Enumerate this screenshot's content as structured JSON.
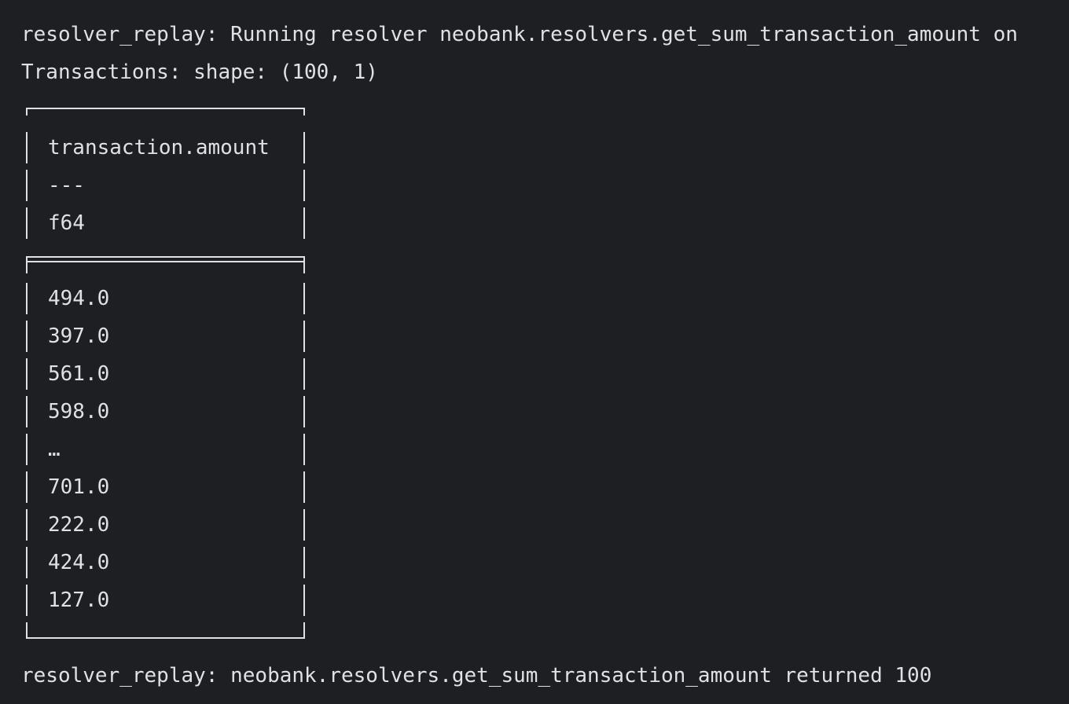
{
  "log": {
    "line1": "resolver_replay: Running resolver neobank.resolvers.get_sum_transaction_amount on",
    "line2": "Transactions: shape: (100, 1)",
    "final": "resolver_replay: neobank.resolvers.get_sum_transaction_amount returned 100"
  },
  "table": {
    "column_name": "transaction.amount",
    "separator": "---",
    "dtype": "f64",
    "rows": [
      "494.0",
      "397.0",
      "561.0",
      "598.0",
      "…",
      "701.0",
      "222.0",
      "424.0",
      "127.0"
    ]
  },
  "theme": {
    "background": "#1e1f22",
    "text": "#dfe1e5"
  }
}
